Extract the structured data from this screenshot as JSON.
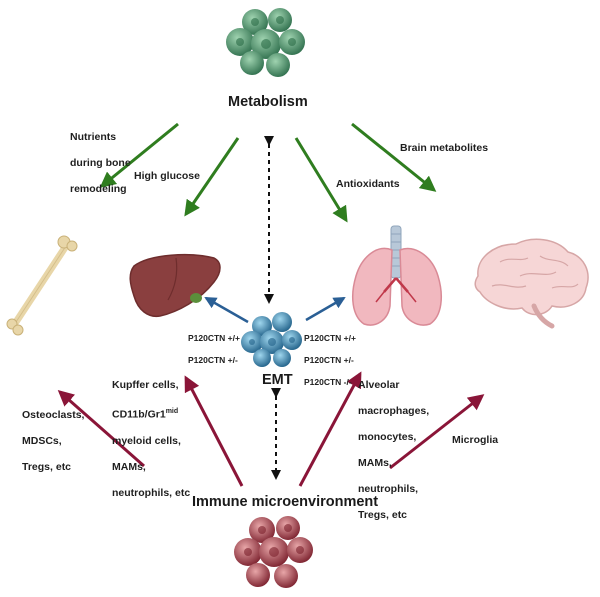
{
  "central": {
    "metabolism": "Metabolism",
    "immune": "Immune microenvironment",
    "emt": "EMT"
  },
  "metabolism_labels": {
    "bone": [
      "Nutrients",
      "during bone",
      "remodeling"
    ],
    "liver": "High glucose",
    "lung": "Antioxidants",
    "brain": "Brain metabolites"
  },
  "p120": {
    "liver": [
      "P120CTN +/+",
      "P120CTN +/-"
    ],
    "lung": [
      "P120CTN +/+",
      "P120CTN +/-",
      "P120CTN -/-"
    ]
  },
  "immune_labels": {
    "bone": [
      "Osteoclasts,",
      "MDSCs,",
      "Tregs, etc"
    ],
    "liver_line1": "Kupffer cells,",
    "liver_line2_base": "CD11b/Gr1",
    "liver_line2_sup": "mid",
    "liver_rest": [
      "myeloid cells,",
      "MAMs,",
      "neutrophils, etc"
    ],
    "lung": [
      "Alveolar",
      "macrophages,",
      "monocytes,",
      "MAMs,",
      "neutrophils,",
      "Tregs, etc"
    ],
    "brain": "Microglia"
  },
  "icons": [
    "green-cell-cluster-icon",
    "red-cell-cluster-icon",
    "blue-tumor-cluster-icon",
    "bone-icon",
    "liver-icon",
    "lungs-icon",
    "brain-icon"
  ],
  "colors": {
    "green_arrow": "#2f7d1f",
    "red_arrow": "#8a1538",
    "blue_arrow": "#2a5f95",
    "green_cells": "#4f9a72",
    "red_cells": "#a8404a",
    "blue_cells": "#3c8fb4"
  }
}
